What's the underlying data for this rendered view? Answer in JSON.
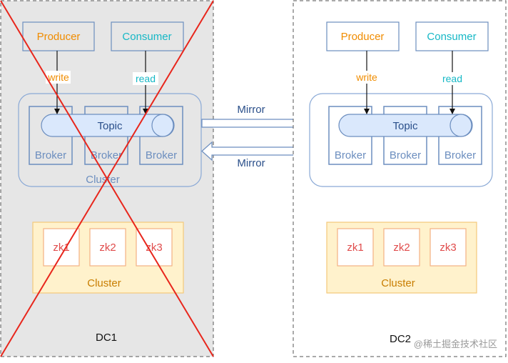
{
  "dc1": {
    "label": "DC1",
    "producer": "Producer",
    "consumer": "Consumer",
    "write": "write",
    "read": "read",
    "topic": "Topic",
    "brokers": [
      "Broker",
      "Broker",
      "Broker"
    ],
    "cluster_label": "Cluster",
    "zookeepers": [
      "zk1",
      "zk2",
      "zk3"
    ],
    "zk_cluster_label": "Cluster"
  },
  "dc2": {
    "label": "DC2",
    "producer": "Producer",
    "consumer": "Consumer",
    "write": "write",
    "read": "read",
    "topic": "Topic",
    "brokers": [
      "Broker",
      "Broker",
      "Broker"
    ],
    "zookeepers": [
      "zk1",
      "zk2",
      "zk3"
    ],
    "zk_cluster_label": "Cluster"
  },
  "mirror": {
    "to_dc2": "Mirror",
    "to_dc1": "Mirror"
  },
  "watermark": "@稀土掘金技术社区",
  "colors": {
    "producer_text": "#f08c00",
    "consumer_text": "#16b8c6",
    "box_border": "#6c8ebf",
    "topic_fill": "#dae8fc",
    "zk_fill": "#fff2cc",
    "zk_border": "#f4b183",
    "zk_text": "#e04b4b",
    "cross": "#e8261c"
  }
}
